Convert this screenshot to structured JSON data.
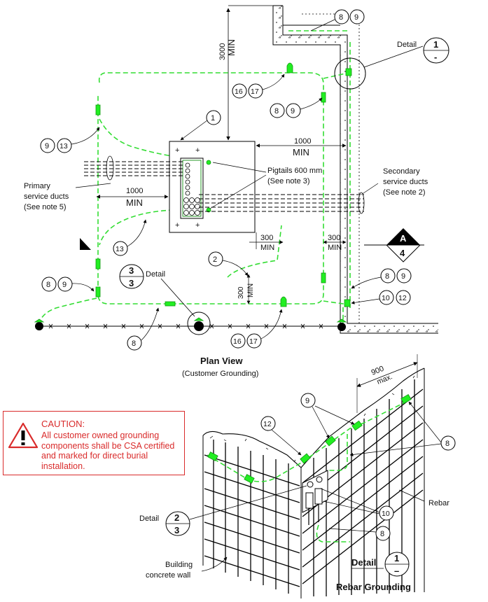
{
  "plan_view": {
    "title": "Plan View",
    "subtitle": "(Customer Grounding)",
    "dimensions": {
      "top_clearance_value": "3000",
      "top_clearance_suffix": "MIN",
      "right_clearance_value": "1000",
      "right_clearance_suffix": "MIN",
      "left_clearance_value": "1000",
      "left_clearance_suffix": "MIN",
      "pad_bottom_value": "300",
      "pad_bottom_suffix": "MIN",
      "wall_gap_value": "300",
      "wall_gap_suffix": "MIN",
      "vert_small_value": "300",
      "vert_small_suffix": "MIN"
    },
    "labels": {
      "pigtails_line1": "Pigtails 600 mm",
      "pigtails_line2": "(See note 3)",
      "primary_line1": "Primary",
      "primary_line2": "service ducts",
      "primary_line3": "(See note 5)",
      "secondary_line1": "Secondary",
      "secondary_line2": "service ducts",
      "secondary_line3": "(See note 2)",
      "detail_word": "Detail"
    },
    "callouts": {
      "c1": "1",
      "c2": "2",
      "c8": "8",
      "c9": "9",
      "c10": "10",
      "c12": "12",
      "c13": "13",
      "c16": "16",
      "c17": "17"
    },
    "detail_1": {
      "top": "1",
      "bottom": "-"
    },
    "detail_3": {
      "top": "3",
      "bottom": "3"
    },
    "section_a": {
      "top": "A",
      "bottom": "4"
    }
  },
  "rebar_view": {
    "title_word": "Detail",
    "title_top": "1",
    "title_bottom": "–",
    "caption": "Rebar Grounding",
    "spacing_value": "900",
    "spacing_suffix": "max.",
    "rebar_label": "Rebar",
    "wall_line1": "Building",
    "wall_line2": "concrete wall",
    "detail_word": "Detail",
    "detail_top": "2",
    "detail_bottom": "3",
    "callouts": {
      "c8": "8",
      "c9": "9",
      "c10": "10",
      "c12": "12"
    }
  },
  "caution": {
    "title": "CAUTION:",
    "text": "All customer owned grounding components shall be CSA certified and marked for direct burial installation.",
    "icon": "warning-exclamation-icon",
    "color": "#d92b2b"
  },
  "colors": {
    "ground_conductor": "#33dd33",
    "ink": "#000000"
  }
}
